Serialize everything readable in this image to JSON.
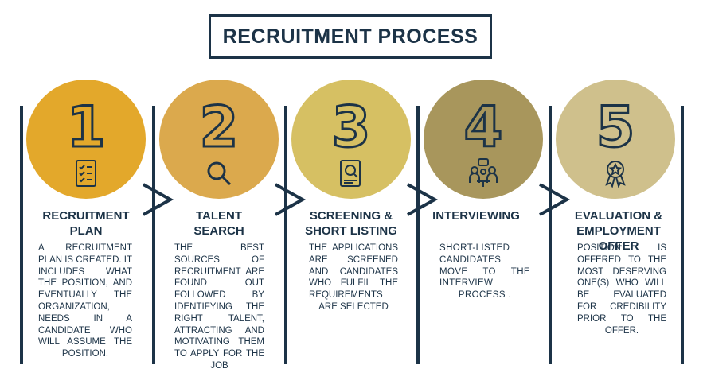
{
  "title": "RECRUITMENT PROCESS",
  "colors": {
    "navy": "#1c3347",
    "c1": "#e3a82b",
    "c2": "#dba94d",
    "c3": "#d6c063",
    "c4": "#a8965c",
    "c5": "#cfc08c"
  },
  "steps": [
    {
      "number": "1",
      "icon": "checklist-icon",
      "heading_line1": "RECRUITMENT",
      "heading_line2": "PLAN",
      "desc": "A recruitment plan is created. It includes what the position, and eventually the organization, needs in a candidate who will assume the position."
    },
    {
      "number": "2",
      "icon": "magnifier-icon",
      "heading_line1": "TALENT",
      "heading_line2": "SEARCH",
      "desc": "The best sources of recruitment are found out followed by identifying the right talent, attracting and motivating them to apply for the job"
    },
    {
      "number": "3",
      "icon": "document-search-icon",
      "heading_line1": "SCREENING &",
      "heading_line2": "SHORT LISTING",
      "desc": "The applications are screened and candidates who fulfil the requirements are selected"
    },
    {
      "number": "4",
      "icon": "interview-icon",
      "heading_line1": "INTERVIEWING",
      "heading_line2": "",
      "desc": "Short-listed candidates move to the interview process ."
    },
    {
      "number": "5",
      "icon": "award-icon",
      "heading_line1": "EVALUATION &",
      "heading_line2": "EMPLOYMENT OFFER",
      "desc": "Position is offered to the most deserving one(s) who will be evaluated for credibility prior to the offer."
    }
  ]
}
